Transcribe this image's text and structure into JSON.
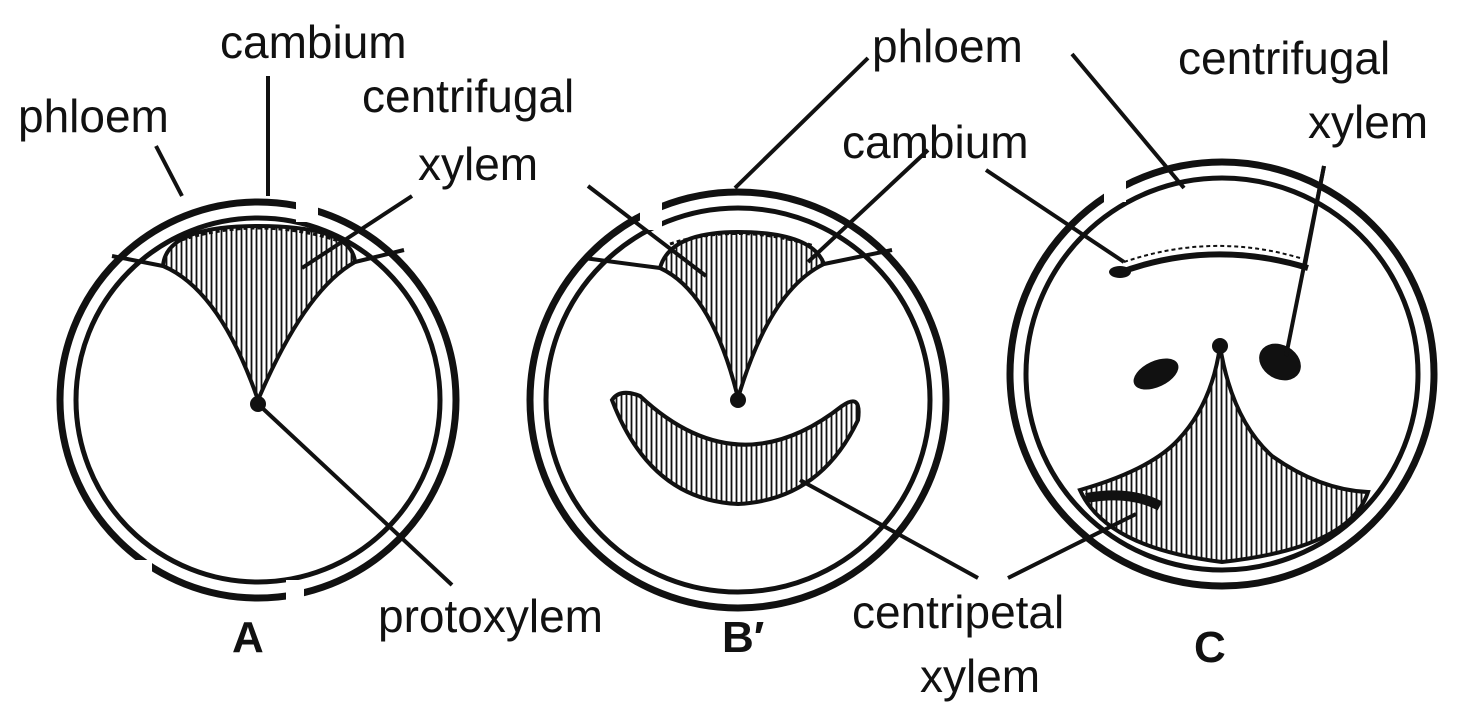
{
  "colors": {
    "ink": "#111111",
    "background": "#ffffff"
  },
  "figure_a": {
    "letter": "A",
    "labels": {
      "cambium": "cambium",
      "phloem": "phloem",
      "centrifugal_line1": "centrifugal",
      "centrifugal_line2": "xylem",
      "protoxylem": "protoxylem"
    }
  },
  "figure_b": {
    "letter": "B′",
    "labels": {
      "phloem": "phloem",
      "cambium": "cambium",
      "centripetal_line1": "centripetal",
      "centripetal_line2": "xylem"
    }
  },
  "figure_c": {
    "letter": "C",
    "labels": {
      "centrifugal_line1": "centrifugal",
      "centrifugal_line2": "xylem"
    }
  }
}
